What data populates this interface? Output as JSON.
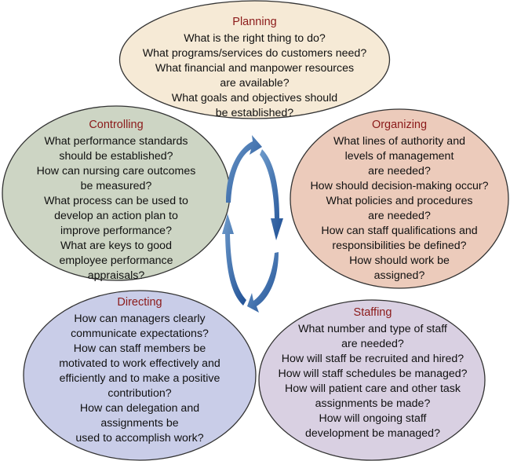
{
  "diagram": {
    "type": "management-functions-cycle",
    "colors": {
      "title_text": "#8b1a1a",
      "body_text": "#111111",
      "outline": "#333333",
      "arrow": "#2f63a5"
    },
    "cycle_arrows": {
      "icon": "circular-arrows-icon",
      "count": 4,
      "direction": "clockwise"
    },
    "functions": {
      "planning": {
        "title": "Planning",
        "fill": "#f6ead6",
        "lines": [
          "What is the right thing to do?",
          "What programs/services do customers need?",
          "What financial and manpower resources",
          "are available?",
          "What goals and objectives should",
          "be established?"
        ]
      },
      "controlling": {
        "title": "Controlling",
        "fill": "#cdd5c4",
        "lines": [
          "What performance standards",
          "should be established?",
          "How can nursing care outcomes",
          "be measured?",
          "What process can be used to",
          "develop an action plan to",
          "improve performance?",
          "What are keys to good",
          "employee performance",
          "appraisals?"
        ]
      },
      "organizing": {
        "title": "Organizing",
        "fill": "#eccbbb",
        "lines": [
          "What lines of authority and",
          "levels of management",
          "are needed?",
          "How should decision-making occur?",
          "What policies and procedures",
          "are needed?",
          "How can staff qualifications and",
          "responsibilities be defined?",
          "How should work be",
          "assigned?"
        ]
      },
      "directing": {
        "title": "Directing",
        "fill": "#c9cde8",
        "lines": [
          "How can managers clearly",
          "communicate expectations?",
          "How can staff members be",
          "motivated to work effectively and",
          "efficiently and to make a positive",
          "contribution?",
          "How can delegation and",
          "assignments be",
          "used to accomplish work?"
        ]
      },
      "staffing": {
        "title": "Staffing",
        "fill": "#d9d0e2",
        "lines": [
          "What number and type of staff",
          "are needed?",
          "How will staff be recruited and hired?",
          "How will staff schedules be managed?",
          "How will patient care and other task",
          "assignments be made?",
          "How will ongoing staff",
          "development be managed?"
        ]
      }
    }
  }
}
